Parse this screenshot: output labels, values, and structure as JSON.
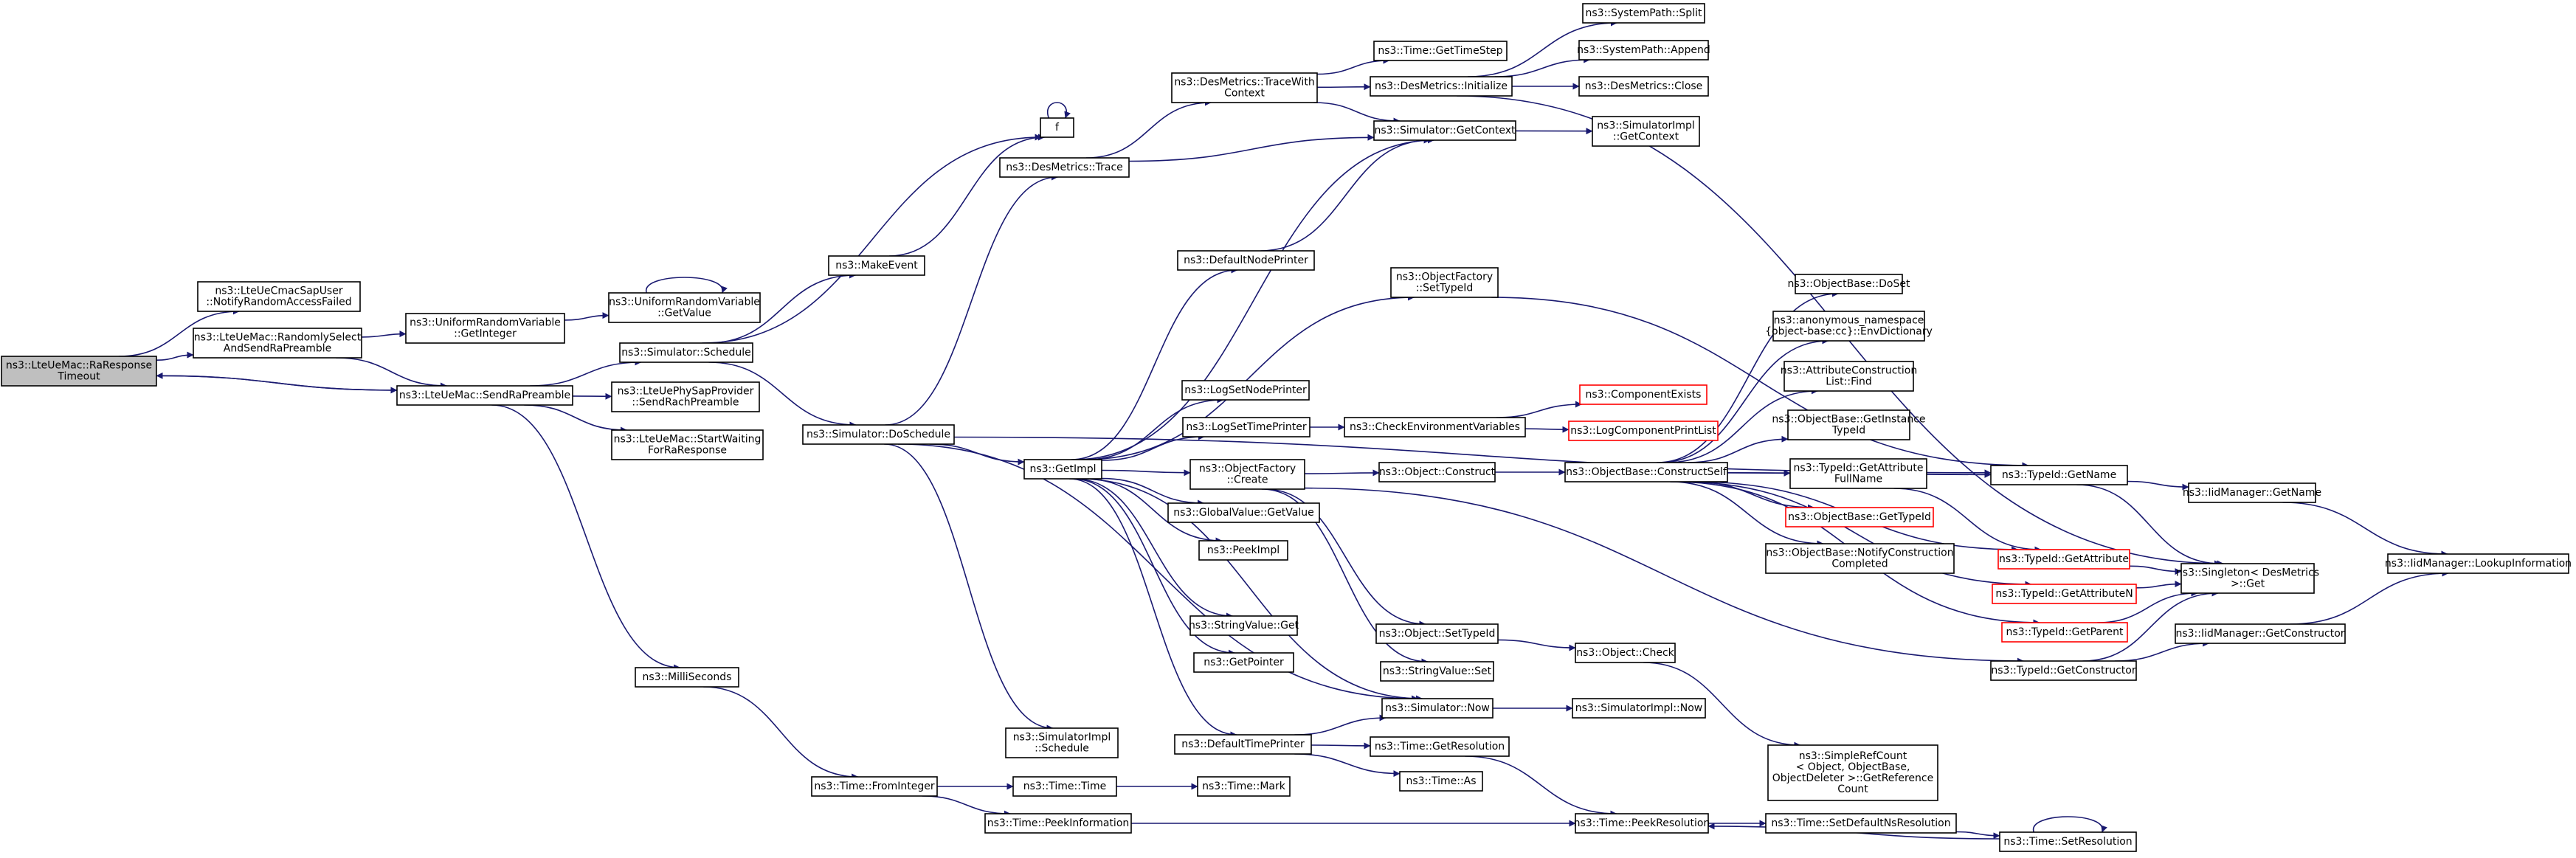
{
  "graph": {
    "edge_color": "#191970",
    "root_fill": "#bfbfbf",
    "incomplete_border_color": "#ff0000",
    "nodes": [
      {
        "id": "n0",
        "lines": [
          "ns3::LteUeMac::RaResponse",
          "Timeout"
        ]
      },
      {
        "id": "n1",
        "lines": [
          "ns3::LteUeCmacSapUser",
          "::NotifyRandomAccessFailed"
        ]
      },
      {
        "id": "n2",
        "lines": [
          "ns3::LteUeMac::RandomlySelect",
          "AndSendRaPreamble"
        ]
      },
      {
        "id": "n3",
        "lines": [
          "ns3::LteUeMac::SendRaPreamble"
        ]
      },
      {
        "id": "n4",
        "lines": [
          "ns3::UniformRandomVariable",
          "::GetInteger"
        ]
      },
      {
        "id": "n5",
        "lines": [
          "ns3::UniformRandomVariable",
          "::GetValue"
        ]
      },
      {
        "id": "n6",
        "lines": [
          "ns3::Simulator::Schedule"
        ]
      },
      {
        "id": "n7",
        "lines": [
          "ns3::LteUePhySapProvider",
          "::SendRachPreamble"
        ]
      },
      {
        "id": "n8",
        "lines": [
          "ns3::LteUeMac::StartWaiting",
          "ForRaResponse"
        ]
      },
      {
        "id": "n9",
        "lines": [
          "ns3::MilliSeconds"
        ]
      },
      {
        "id": "n10",
        "lines": [
          "ns3::MakeEvent"
        ]
      },
      {
        "id": "n11",
        "lines": [
          "f"
        ]
      },
      {
        "id": "n12",
        "lines": [
          "ns3::Simulator::DoSchedule"
        ]
      },
      {
        "id": "n13",
        "lines": [
          "ns3::DesMetrics::Trace"
        ]
      },
      {
        "id": "n14",
        "lines": [
          "ns3::DesMetrics::TraceWith",
          "Context"
        ]
      },
      {
        "id": "n15",
        "lines": [
          "ns3::Time::GetTimeStep"
        ]
      },
      {
        "id": "n16",
        "lines": [
          "ns3::DesMetrics::Initialize"
        ]
      },
      {
        "id": "n17",
        "lines": [
          "ns3::SystemPath::Split"
        ]
      },
      {
        "id": "n18",
        "lines": [
          "ns3::SystemPath::Append"
        ]
      },
      {
        "id": "n19",
        "lines": [
          "ns3::DesMetrics::Close"
        ]
      },
      {
        "id": "n20",
        "lines": [
          "ns3::Simulator::GetContext"
        ]
      },
      {
        "id": "n21",
        "lines": [
          "ns3::SimulatorImpl",
          "::GetContext"
        ]
      },
      {
        "id": "n22",
        "lines": [
          "ns3::GetImpl"
        ]
      },
      {
        "id": "n23",
        "lines": [
          "ns3::DefaultNodePrinter"
        ]
      },
      {
        "id": "n24",
        "lines": [
          "ns3::ObjectFactory",
          "::SetTypeId"
        ]
      },
      {
        "id": "n25",
        "lines": [
          "ns3::LogSetNodePrinter"
        ]
      },
      {
        "id": "n26",
        "lines": [
          "ns3::LogSetTimePrinter"
        ]
      },
      {
        "id": "n27",
        "lines": [
          "ns3::CheckEnvironmentVariables"
        ]
      },
      {
        "id": "n28",
        "lines": [
          "ns3::ComponentExists"
        ],
        "incomplete": true
      },
      {
        "id": "n29",
        "lines": [
          "ns3::LogComponentPrintList"
        ],
        "incomplete": true
      },
      {
        "id": "n30",
        "lines": [
          "ns3::ObjectFactory",
          "::Create"
        ]
      },
      {
        "id": "n31",
        "lines": [
          "ns3::Object::Construct"
        ]
      },
      {
        "id": "n32",
        "lines": [
          "ns3::ObjectBase::ConstructSelf"
        ]
      },
      {
        "id": "n33",
        "lines": [
          "ns3::GlobalValue::GetValue"
        ]
      },
      {
        "id": "n34",
        "lines": [
          "ns3::PeekImpl"
        ]
      },
      {
        "id": "n35",
        "lines": [
          "ns3::StringValue::Get"
        ]
      },
      {
        "id": "n36",
        "lines": [
          "ns3::GetPointer"
        ]
      },
      {
        "id": "n37",
        "lines": [
          "ns3::Object::SetTypeId"
        ]
      },
      {
        "id": "n38",
        "lines": [
          "ns3::StringValue::Set"
        ]
      },
      {
        "id": "n39",
        "lines": [
          "ns3::Object::Check"
        ]
      },
      {
        "id": "n40",
        "lines": [
          "ns3::Simulator::Now"
        ]
      },
      {
        "id": "n41",
        "lines": [
          "ns3::SimulatorImpl::Now"
        ]
      },
      {
        "id": "n42",
        "lines": [
          "ns3::SimulatorImpl",
          "::Schedule"
        ]
      },
      {
        "id": "n43",
        "lines": [
          "ns3::DefaultTimePrinter"
        ]
      },
      {
        "id": "n44",
        "lines": [
          "ns3::Time::GetResolution"
        ]
      },
      {
        "id": "n45",
        "lines": [
          "ns3::Time::As"
        ]
      },
      {
        "id": "n46",
        "lines": [
          "ns3::Time::FromInteger"
        ]
      },
      {
        "id": "n47",
        "lines": [
          "ns3::Time::Time"
        ]
      },
      {
        "id": "n48",
        "lines": [
          "ns3::Time::Mark"
        ]
      },
      {
        "id": "n49",
        "lines": [
          "ns3::Time::PeekInformation"
        ]
      },
      {
        "id": "n50",
        "lines": [
          "ns3::Time::PeekResolution"
        ]
      },
      {
        "id": "n51",
        "lines": [
          "ns3::Time::SetDefaultNsResolution"
        ]
      },
      {
        "id": "n52",
        "lines": [
          "ns3::Time::SetResolution"
        ]
      },
      {
        "id": "n53",
        "lines": [
          "ns3::ObjectBase::DoSet"
        ]
      },
      {
        "id": "n54",
        "lines": [
          "ns3::anonymous_namespace",
          "{object-base:cc}::EnvDictionary"
        ]
      },
      {
        "id": "n55",
        "lines": [
          "ns3::AttributeConstruction",
          "List::Find"
        ]
      },
      {
        "id": "n56",
        "lines": [
          "ns3::ObjectBase::GetInstance",
          "TypeId"
        ]
      },
      {
        "id": "n57",
        "lines": [
          "ns3::TypeId::GetAttribute",
          "FullName"
        ]
      },
      {
        "id": "n58",
        "lines": [
          "ns3::ObjectBase::GetTypeId"
        ],
        "incomplete": true
      },
      {
        "id": "n59",
        "lines": [
          "ns3::ObjectBase::NotifyConstruction",
          "Completed"
        ]
      },
      {
        "id": "n60",
        "lines": [
          "ns3::TypeId::GetName"
        ]
      },
      {
        "id": "n61",
        "lines": [
          "ns3::IidManager::GetName"
        ]
      },
      {
        "id": "n62",
        "lines": [
          "ns3::TypeId::GetAttribute"
        ],
        "incomplete": true
      },
      {
        "id": "n63",
        "lines": [
          "ns3::TypeId::GetAttributeN"
        ],
        "incomplete": true
      },
      {
        "id": "n64",
        "lines": [
          "ns3::TypeId::GetParent"
        ],
        "incomplete": true
      },
      {
        "id": "n65",
        "lines": [
          "ns3::TypeId::GetConstructor"
        ]
      },
      {
        "id": "n66",
        "lines": [
          "ns3::IidManager::GetConstructor"
        ]
      },
      {
        "id": "n67",
        "lines": [
          "ns3::Singleton< DesMetrics",
          ">::Get"
        ]
      },
      {
        "id": "n68",
        "lines": [
          "ns3::IidManager::LookupInformation"
        ]
      },
      {
        "id": "n69",
        "lines": [
          "ns3::SimpleRefCount",
          "< Object, ObjectBase,",
          "ObjectDeleter >::GetReference",
          "Count"
        ]
      }
    ],
    "edges": [
      [
        "n0",
        "n1"
      ],
      [
        "n0",
        "n2"
      ],
      [
        "n0",
        "n3"
      ],
      [
        "n2",
        "n3"
      ],
      [
        "n2",
        "n4"
      ],
      [
        "n4",
        "n5"
      ],
      [
        "n5",
        "n5"
      ],
      [
        "n3",
        "n0"
      ],
      [
        "n3",
        "n6"
      ],
      [
        "n3",
        "n7"
      ],
      [
        "n3",
        "n8"
      ],
      [
        "n3",
        "n9"
      ],
      [
        "n6",
        "n10"
      ],
      [
        "n6",
        "n12"
      ],
      [
        "n6",
        "n11"
      ],
      [
        "n10",
        "n11"
      ],
      [
        "n11",
        "n11"
      ],
      [
        "n12",
        "n13"
      ],
      [
        "n12",
        "n22"
      ],
      [
        "n12",
        "n40"
      ],
      [
        "n12",
        "n42"
      ],
      [
        "n12",
        "n60"
      ],
      [
        "n13",
        "n14"
      ],
      [
        "n13",
        "n20"
      ],
      [
        "n14",
        "n15"
      ],
      [
        "n14",
        "n16"
      ],
      [
        "n14",
        "n20"
      ],
      [
        "n16",
        "n17"
      ],
      [
        "n16",
        "n18"
      ],
      [
        "n16",
        "n19"
      ],
      [
        "n16",
        "n67"
      ],
      [
        "n20",
        "n21"
      ],
      [
        "n22",
        "n20"
      ],
      [
        "n22",
        "n23"
      ],
      [
        "n22",
        "n24"
      ],
      [
        "n22",
        "n25"
      ],
      [
        "n22",
        "n26"
      ],
      [
        "n22",
        "n30"
      ],
      [
        "n22",
        "n33"
      ],
      [
        "n22",
        "n34"
      ],
      [
        "n22",
        "n35"
      ],
      [
        "n22",
        "n36"
      ],
      [
        "n22",
        "n40"
      ],
      [
        "n22",
        "n43"
      ],
      [
        "n23",
        "n20"
      ],
      [
        "n24",
        "n60"
      ],
      [
        "n26",
        "n27"
      ],
      [
        "n27",
        "n28"
      ],
      [
        "n27",
        "n29"
      ],
      [
        "n30",
        "n31"
      ],
      [
        "n30",
        "n37"
      ],
      [
        "n30",
        "n38"
      ],
      [
        "n30",
        "n65"
      ],
      [
        "n31",
        "n32"
      ],
      [
        "n32",
        "n53"
      ],
      [
        "n32",
        "n54"
      ],
      [
        "n32",
        "n55"
      ],
      [
        "n32",
        "n56"
      ],
      [
        "n32",
        "n57"
      ],
      [
        "n32",
        "n58"
      ],
      [
        "n32",
        "n59"
      ],
      [
        "n32",
        "n60"
      ],
      [
        "n32",
        "n62"
      ],
      [
        "n32",
        "n63"
      ],
      [
        "n32",
        "n64"
      ],
      [
        "n37",
        "n39"
      ],
      [
        "n39",
        "n69"
      ],
      [
        "n40",
        "n41"
      ],
      [
        "n43",
        "n40"
      ],
      [
        "n43",
        "n44"
      ],
      [
        "n43",
        "n45"
      ],
      [
        "n44",
        "n50"
      ],
      [
        "n9",
        "n46"
      ],
      [
        "n46",
        "n47"
      ],
      [
        "n46",
        "n49"
      ],
      [
        "n47",
        "n48"
      ],
      [
        "n49",
        "n50"
      ],
      [
        "n50",
        "n51"
      ],
      [
        "n51",
        "n52"
      ],
      [
        "n52",
        "n52"
      ],
      [
        "n52",
        "n50"
      ],
      [
        "n57",
        "n60"
      ],
      [
        "n57",
        "n62"
      ],
      [
        "n60",
        "n61"
      ],
      [
        "n60",
        "n67"
      ],
      [
        "n61",
        "n68"
      ],
      [
        "n62",
        "n67"
      ],
      [
        "n63",
        "n67"
      ],
      [
        "n64",
        "n67"
      ],
      [
        "n65",
        "n66"
      ],
      [
        "n65",
        "n67"
      ],
      [
        "n66",
        "n68"
      ]
    ]
  }
}
